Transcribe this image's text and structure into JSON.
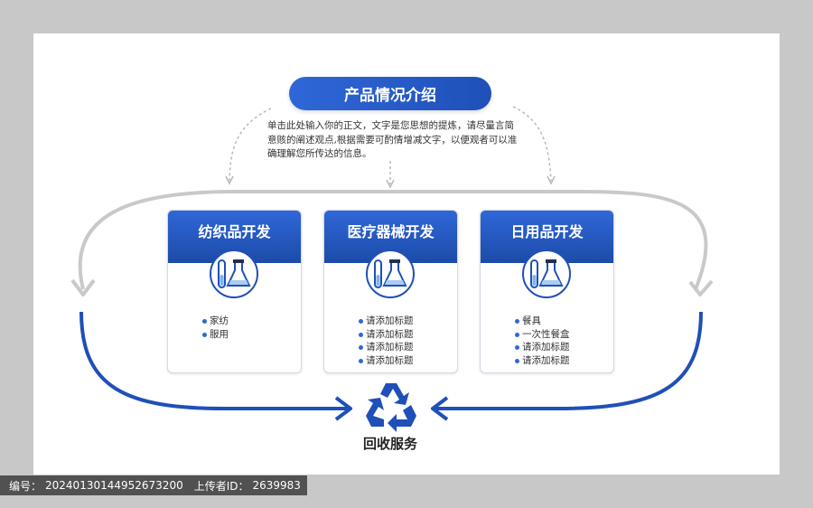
{
  "header": {
    "title": "产品情况介绍",
    "intro": "单击此处输入你的正文，文字是您思想的提炼，请尽量言简意赅的阐述观点,根据需要可酌情增减文字，以便观者可以准确理解您所传达的信息。"
  },
  "cards": [
    {
      "title": "纺织品开发",
      "items": [
        "家纺",
        "服用"
      ]
    },
    {
      "title": "医疗器械开发",
      "items": [
        "请添加标题",
        "请添加标题",
        "请添加标题",
        "请添加标题"
      ]
    },
    {
      "title": "日用品开发",
      "items": [
        "餐具",
        "一次性餐盒",
        "请添加标题",
        "请添加标题"
      ]
    }
  ],
  "center": {
    "label": "回收服务"
  },
  "footer": {
    "id_label": "编号：",
    "id_value": "20240130144952673200",
    "uploader_label": "上传者ID：",
    "uploader_value": "2639983"
  },
  "colors": {
    "primary": "#1f50b8",
    "accent": "#2f67d8",
    "loop_gray": "#c9c9c9"
  },
  "icons": {
    "card_icon": "flask-test-tube-icon",
    "center_icon": "recycle-icon"
  }
}
